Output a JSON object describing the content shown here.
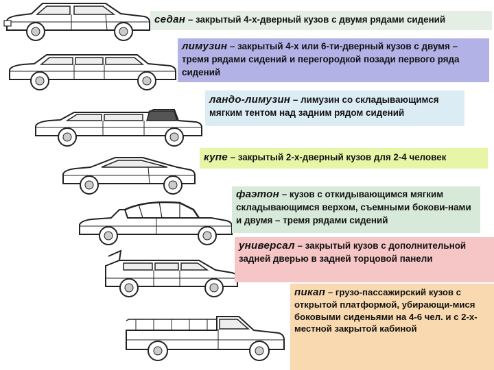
{
  "colors": {
    "sedan": "#e4eee4",
    "limuzin": "#b2b2e6",
    "lando": "#dcecf4",
    "kupe": "#e6f5a6",
    "faeton": "#d7e9d8",
    "universal": "#f6c5c6",
    "pikap": "#f9d9b0"
  },
  "entries": [
    {
      "id": "sedan",
      "term": "седан",
      "desc": " – закрытый 4-х-дверный кузов с двумя рядами сидений",
      "icon": "sedan-car-icon"
    },
    {
      "id": "limuzin",
      "term": "лимузин",
      "desc": " – закрытый 4-х или 6-ти-дверный кузов с двумя – тремя рядами сидений и перегородкой позади первого ряда сидений",
      "icon": "limousine-car-icon"
    },
    {
      "id": "lando",
      "term": "ландо-лимузин",
      "desc": " – лимузин со складывающимся мягким тентом над задним рядом сидений",
      "icon": "landau-limousine-car-icon"
    },
    {
      "id": "kupe",
      "term": "купе",
      "desc": " – закрытый 2-х-дверный кузов для 2-4 человек",
      "icon": "coupe-car-icon"
    },
    {
      "id": "faeton",
      "term": "фаэтон",
      "desc": " – кузов с откидывающимся мягким складывающимся верхом, съемными бокови-нами и двумя – тремя рядами сидений",
      "icon": "phaeton-car-icon"
    },
    {
      "id": "universal",
      "term": "универсал",
      "desc": " – закрытый кузов с дополнительной задней дверью в задней торцовой панели",
      "icon": "station-wagon-car-icon"
    },
    {
      "id": "pikap",
      "term": "пикап",
      "desc": " – грузо-пассажирский кузов с открытой платформой, убирающи-мися боковыми сиденьями на 4-6 чел. и с 2-х-местной закрытой кабиной",
      "icon": "pickup-car-icon"
    }
  ]
}
